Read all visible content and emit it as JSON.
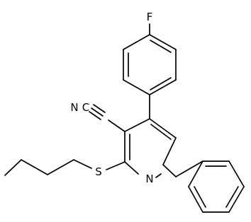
{
  "molecule": {
    "atom_labels": {
      "fluorine": "F",
      "nitrile_carbon": "C",
      "nitrile_nitrogen": "N",
      "sulfur": "S",
      "ring_nitrogen": "N"
    },
    "colors": {
      "bond": "#000000",
      "label": "#000000",
      "background": "#ffffff"
    }
  }
}
